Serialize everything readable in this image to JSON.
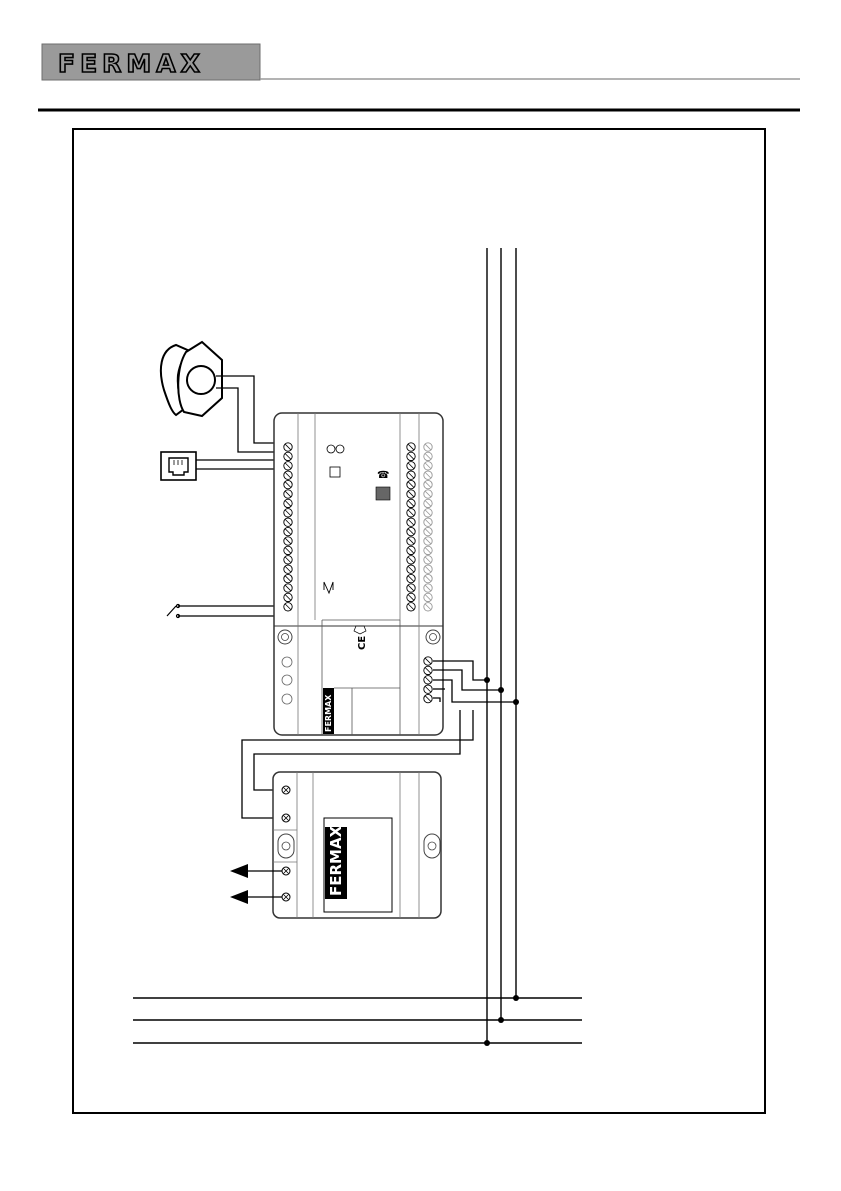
{
  "header": {
    "logo_text": "FERMAX",
    "logo_bg_color": "#9a9a9a",
    "rule_color": "#000000"
  },
  "module": {
    "brand": "FERMAX",
    "ce_mark": "CE",
    "phone_symbol": "☎"
  },
  "power_supply": {
    "brand": "FERMAX"
  },
  "icons": [
    "handset-icon",
    "rj11-socket-icon",
    "switch-contact-icon",
    "arrow-left-icon"
  ],
  "colors": {
    "line": "#000000",
    "housing_fill": "#ffffff",
    "housing_stroke": "#333333"
  }
}
